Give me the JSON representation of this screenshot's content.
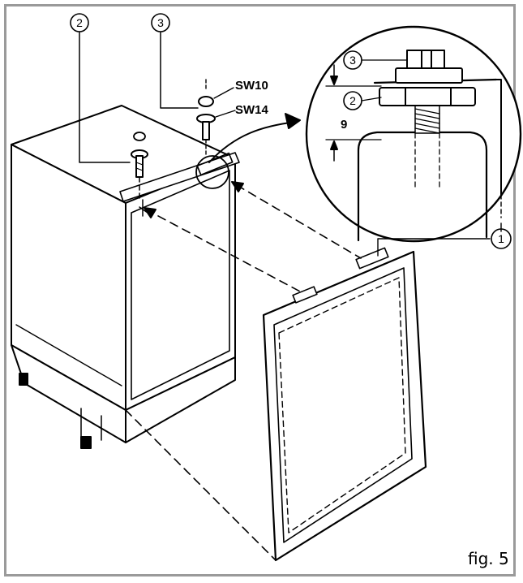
{
  "figure": {
    "caption": "fig. 5"
  },
  "callouts": {
    "screw": "2",
    "nut": "3",
    "bracket": "1",
    "detail_nut": "3",
    "detail_screw": "2"
  },
  "labels": {
    "sw10": "SW10",
    "sw14": "SW14",
    "dimension": "9"
  },
  "colors": {
    "line": "#000000",
    "frame": "#9a9a9a"
  }
}
